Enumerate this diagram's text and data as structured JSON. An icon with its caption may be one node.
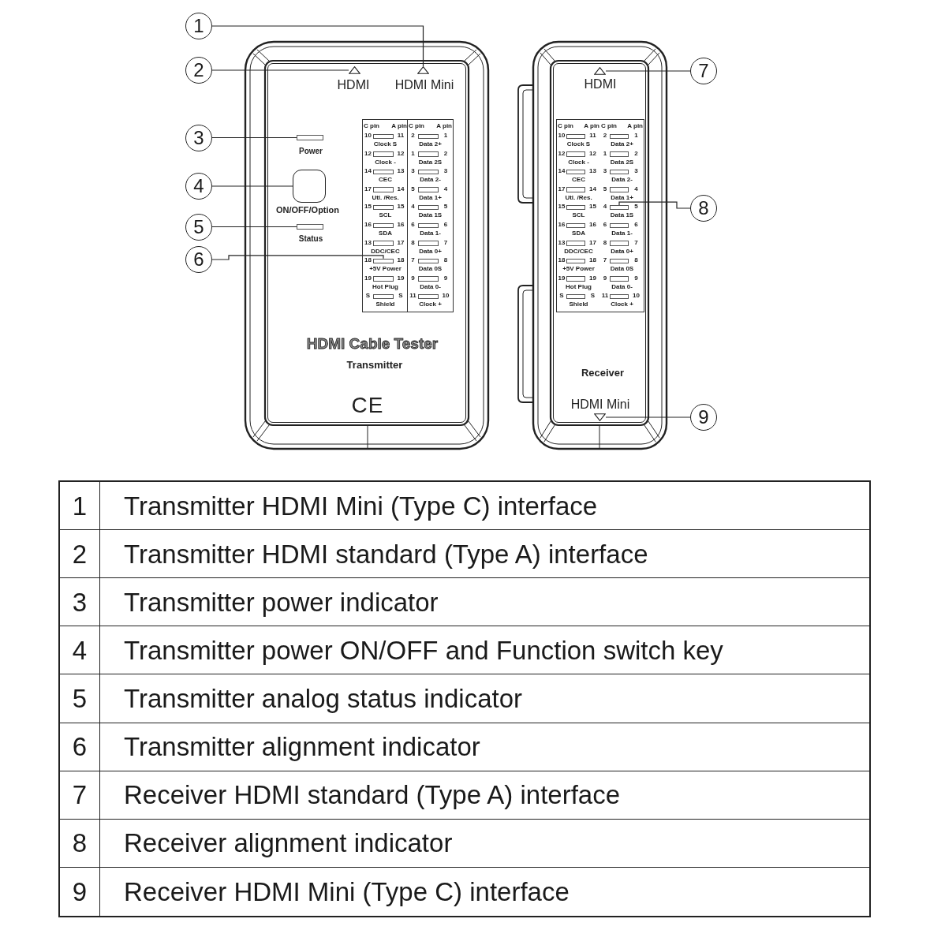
{
  "diagram": {
    "nodes": [
      {
        "text": [
          "1"
        ]
      },
      {
        "text": [
          "2"
        ]
      },
      {
        "text": [
          "3"
        ]
      },
      {
        "text": [
          "4"
        ]
      },
      {
        "text": [
          "5"
        ]
      },
      {
        "text": [
          "6"
        ]
      },
      {
        "text": [
          "7"
        ]
      },
      {
        "text": [
          "8"
        ]
      },
      {
        "text": [
          "9"
        ]
      },
      {
        "text": [
          "HDMI Cable Tester",
          "Transmitter"
        ]
      },
      {
        "text": [],
        "shape": "triangle",
        "in": 9,
        "beside": [
          "HDMI"
        ]
      },
      {
        "text": [],
        "shape": "triangle",
        "in": 9,
        "beside": [
          "HDMI Mini"
        ]
      },
      {
        "text": [],
        "shape": "box",
        "in": 9,
        "beside": [
          "Power"
        ]
      },
      {
        "text": [],
        "shape": "box",
        "in": 9,
        "beside": [
          "ON/OFF/Option"
        ]
      },
      {
        "text": [],
        "shape": "box",
        "in": 9,
        "beside": [
          "Status"
        ]
      },
      {
        "text": [],
        "shape": "box",
        "in": 9
      },
      {
        "text": [
          "Receiver"
        ]
      },
      {
        "text": [],
        "shape": "triangle",
        "in": 16,
        "beside": [
          "HDMI"
        ]
      },
      {
        "text": [],
        "shape": "box",
        "in": 16
      },
      {
        "text": [],
        "shape": "triangle",
        "in": 16,
        "beside": [
          "HDMI Mini"
        ]
      }
    ],
    "edges": [
      {
        "from": 0,
        "to": 11,
        "arrow": "none"
      },
      {
        "from": 1,
        "to": 10,
        "arrow": "none"
      },
      {
        "from": 2,
        "to": 12,
        "arrow": "none"
      },
      {
        "from": 3,
        "to": 13,
        "arrow": "none"
      },
      {
        "from": 4,
        "to": 14,
        "arrow": "none"
      },
      {
        "from": 5,
        "to": 15,
        "arrow": "none"
      },
      {
        "from": 6,
        "to": 17,
        "arrow": "none"
      },
      {
        "from": 7,
        "to": 18,
        "arrow": "none"
      },
      {
        "from": 8,
        "to": 19,
        "arrow": "none"
      }
    ],
    "labels": [
      "C pin",
      "A pin",
      "C pin",
      "A pin",
      "10",
      "11",
      "Clock S",
      "2",
      "1",
      "Data 2+",
      "12",
      "12",
      "Clock -",
      "1",
      "2",
      "Data 2S",
      "14",
      "13",
      "CEC",
      "3",
      "3",
      "Data 2-",
      "17",
      "14",
      "Utl. /Res.",
      "5",
      "4",
      "Data 1+",
      "15",
      "15",
      "SCL",
      "4",
      "5",
      "Data 1S",
      "16",
      "16",
      "SDA",
      "6",
      "6",
      "Data 1-",
      "13",
      "17",
      "DDC/CEC",
      "8",
      "7",
      "Data 0+",
      "18",
      "18",
      "+5V Power",
      "7",
      "8",
      "Data 0S",
      "19",
      "19",
      "Hot Plug",
      "9",
      "9",
      "Data 0-",
      "S",
      "S",
      "Shield",
      "11",
      "10",
      "Clock +",
      "CE",
      "C pin",
      "A pin",
      "C pin",
      "A pin",
      "10",
      "11",
      "Clock S",
      "2",
      "1",
      "Data 2+",
      "12",
      "12",
      "Clock -",
      "1",
      "2",
      "Data 2S",
      "14",
      "13",
      "CEC",
      "3",
      "3",
      "Data 2-",
      "17",
      "14",
      "Utl. /Res.",
      "5",
      "4",
      "Data 1+",
      "15",
      "15",
      "SCL",
      "4",
      "5",
      "Data 1S",
      "16",
      "16",
      "SDA",
      "6",
      "6",
      "Data 1-",
      "13",
      "17",
      "DDC/CEC",
      "8",
      "7",
      "Data 0+",
      "18",
      "18",
      "+5V Power",
      "7",
      "8",
      "Data 0S",
      "19",
      "19",
      "Hot Plug",
      "9",
      "9",
      "Data 0-",
      "S",
      "S",
      "Shield",
      "11",
      "10",
      "Clock +",
      "1",
      "Transmitter HDMI Mini (Type C) interface",
      "2",
      "Transmitter HDMI standard (Type A) interface",
      "3",
      "Transmitter power indicator",
      "4",
      "Transmitter power ON/OFF and Function switch key",
      "5",
      "Transmitter analog status indicator",
      "6",
      "Transmitter alignment indicator",
      "7",
      "Receiver HDMI standard (Type A) interface",
      "8",
      "Receiver alignment indicator",
      "9",
      "Receiver HDMI Mini (Type C) interface"
    ]
  }
}
